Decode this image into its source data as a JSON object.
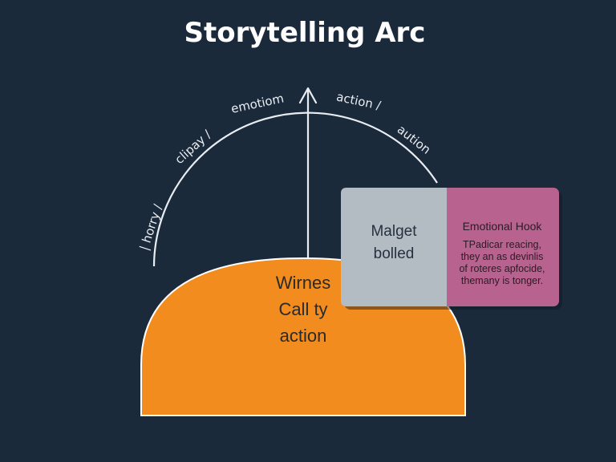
{
  "title": "Storytelling Arc",
  "arc_labels": [
    "| horry /",
    "clipay /",
    "emotiom",
    "action /",
    "aution"
  ],
  "dome": {
    "lines": [
      "Wirnes",
      "Call ty",
      "action"
    ]
  },
  "card_left": {
    "lines": [
      "Malget",
      "bolled"
    ]
  },
  "card_right": {
    "title": "Emotional Hook",
    "lines": [
      "TPadicar reacing,",
      "they an as devinlis",
      "of roteres apfocide,",
      "themany is tonger."
    ]
  },
  "colors": {
    "background": "#1b2a3b",
    "dome": "#f28c1e",
    "card_left": "#b3bcc3",
    "card_right": "#b8638f",
    "line": "#e9edf2"
  }
}
